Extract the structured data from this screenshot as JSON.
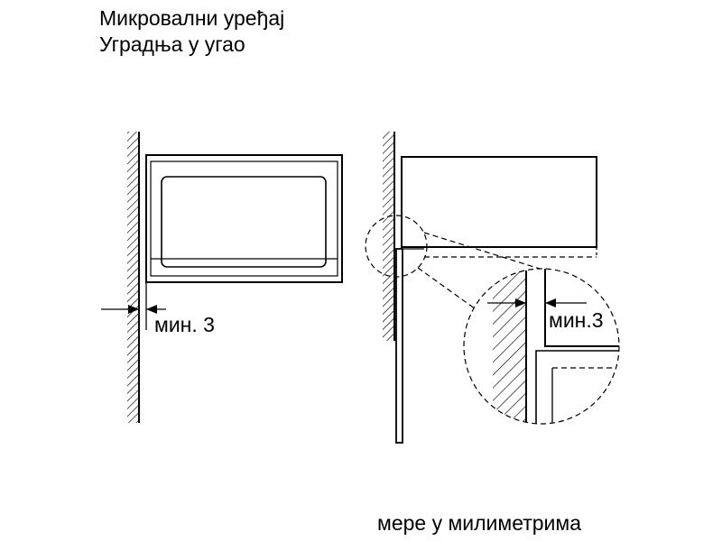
{
  "title": {
    "line1": "Микровални уређај",
    "line2": "Уградња у угао"
  },
  "left_view": {
    "dimension_label": "мин. 3"
  },
  "detail_view": {
    "dimension_label": "мин.3"
  },
  "units_note": "мере у милиметрима"
}
